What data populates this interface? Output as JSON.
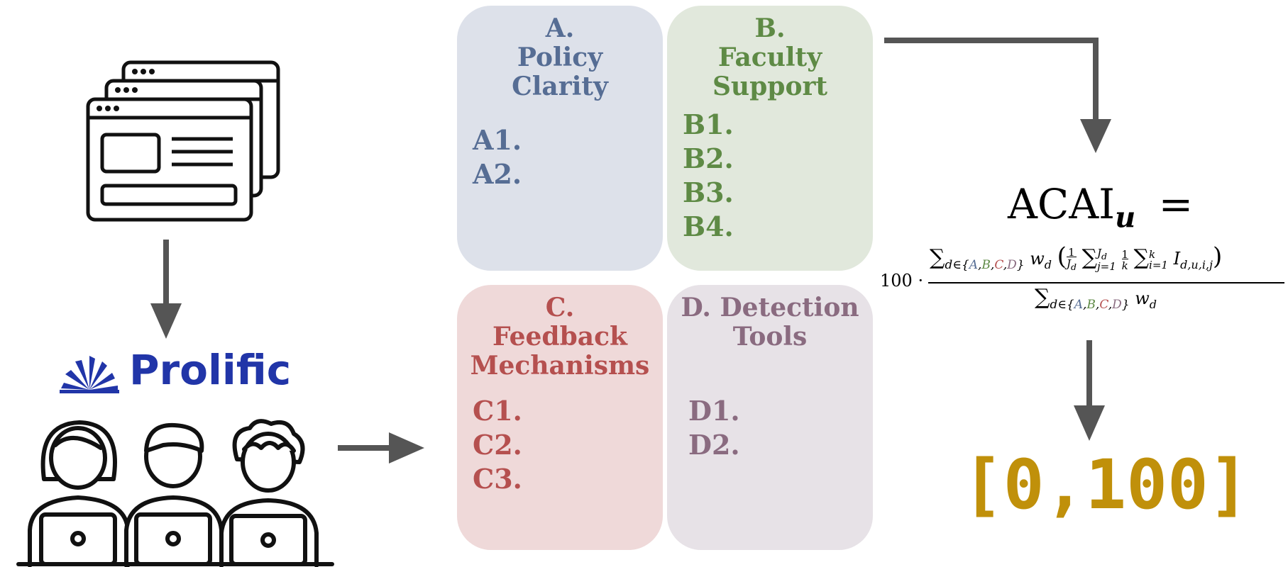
{
  "logo": {
    "text": "Prolific"
  },
  "dimensions": [
    {
      "id": "A",
      "title": "A.\nPolicy\nClarity",
      "color": "#566d94",
      "bg": "#dde1ea",
      "items": [
        "A1.",
        "A2."
      ]
    },
    {
      "id": "B",
      "title": "B.\nFaculty\nSupport",
      "color": "#5e8a45",
      "bg": "#e1e8dc",
      "items": [
        "B1.",
        "B2.",
        "B3.",
        "B4."
      ]
    },
    {
      "id": "C",
      "title": "C.\nFeedback\nMechanisms",
      "color": "#b5504f",
      "bg": "#efd9d9",
      "items": [
        "C1.",
        "C2.",
        "C3."
      ]
    },
    {
      "id": "D",
      "title": "D. Detection\nTools",
      "color": "#8a6b80",
      "bg": "#e7e2e7",
      "items": [
        "D1.",
        "D2."
      ]
    }
  ],
  "formula": {
    "lhs": "ACAI",
    "lhs_sub": "u",
    "eq": "=",
    "scale": "100 ·",
    "sum_symbol": "∑",
    "set_d": "d∈{",
    "set_letters": [
      "A",
      "B",
      "C",
      "D"
    ],
    "set_close": "}",
    "w_d": "w",
    "w_sub": "d",
    "one": "1",
    "J_d": "J",
    "J_sub": "d",
    "j_eq_1": "j=1",
    "j_upper": "J",
    "k": "k",
    "i_eq_1": "i=1",
    "I_term": "I",
    "I_sub": "d,u,i,j"
  },
  "result": {
    "text": "[0,100]"
  },
  "colors": {
    "arrow": "#555555",
    "result": "#c0900a",
    "logo": "#2135a8"
  }
}
